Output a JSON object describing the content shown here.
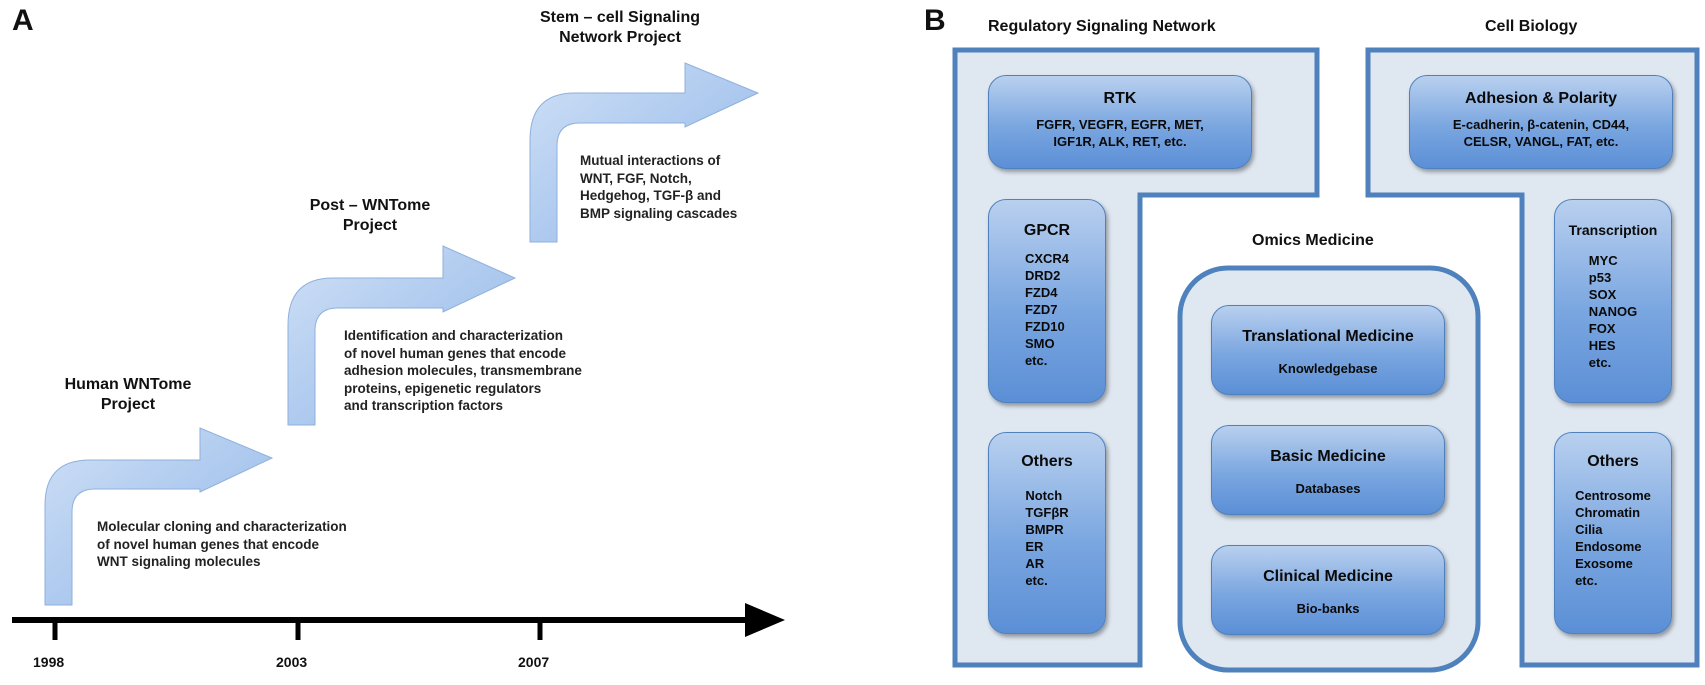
{
  "panel_a": {
    "letter": "A",
    "years": [
      "1998",
      "2003",
      "2007"
    ],
    "projects": [
      {
        "title_lines": [
          "Human WNTome",
          "Project"
        ],
        "description_lines": [
          "Molecular cloning and characterization",
          "of novel human genes that encode",
          "WNT signaling molecules"
        ]
      },
      {
        "title_lines": [
          "Post – WNTome",
          "Project"
        ],
        "description_lines": [
          "Identification and characterization",
          "of novel human genes that encode",
          "adhesion molecules, transmembrane",
          "proteins, epigenetic regulators",
          "and transcription factors"
        ]
      },
      {
        "title_lines": [
          "Stem – cell Signaling",
          "Network Project"
        ],
        "description_lines": [
          "Mutual interactions of",
          "WNT, FGF, Notch,",
          "Hedgehog, TGF-β and",
          "BMP signaling cascades"
        ]
      }
    ],
    "colors": {
      "arrow_fill": "#a9c8f0",
      "timeline": "#000000"
    }
  },
  "panel_b": {
    "letter": "B",
    "regulatory": {
      "header": "Regulatory Signaling Network",
      "rtk": {
        "title": "RTK",
        "lines": [
          "FGFR, VEGFR, EGFR, MET,",
          "IGF1R, ALK, RET, etc."
        ]
      },
      "gpcr": {
        "title": "GPCR",
        "items": [
          "CXCR4",
          "DRD2",
          "FZD4",
          "FZD7",
          "FZD10",
          "SMO",
          "etc."
        ]
      },
      "others": {
        "title": "Others",
        "items": [
          "Notch",
          "TGFβR",
          "BMPR",
          "ER",
          "AR",
          "etc."
        ]
      }
    },
    "omics": {
      "header": "Omics Medicine",
      "boxes": [
        {
          "title": "Translational Medicine",
          "sub": "Knowledgebase"
        },
        {
          "title": "Basic Medicine",
          "sub": "Databases"
        },
        {
          "title": "Clinical Medicine",
          "sub": "Bio-banks"
        }
      ]
    },
    "cell_biology": {
      "header": "Cell Biology",
      "adhesion": {
        "title": "Adhesion & Polarity",
        "lines": [
          "E-cadherin, β-catenin, CD44,",
          "CELSR, VANGL, FAT, etc."
        ]
      },
      "transcription": {
        "title": "Transcription",
        "items": [
          "MYC",
          "p53",
          "SOX",
          "NANOG",
          "FOX",
          "HES",
          "etc."
        ]
      },
      "others": {
        "title": "Others",
        "items": [
          "Centrosome",
          "Chromatin",
          "Cilia",
          "Endosome",
          "Exosome",
          "etc."
        ]
      }
    },
    "colors": {
      "frame_stroke": "#4f81bd",
      "frame_fill": "#dfe7f1",
      "box_fill": "#7aa6e0"
    }
  }
}
